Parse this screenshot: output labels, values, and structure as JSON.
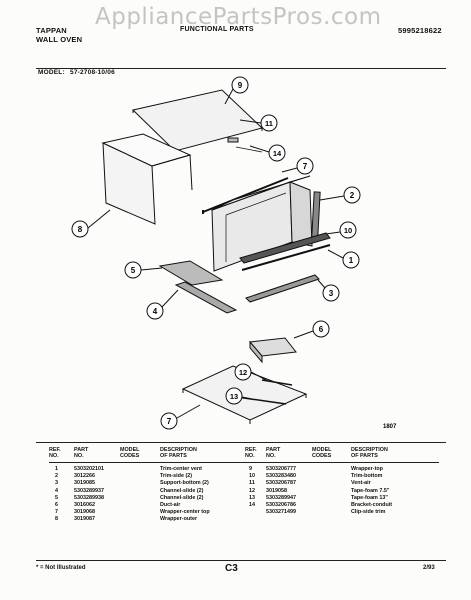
{
  "header": {
    "brand": "TAPPAN",
    "product": "WALL OVEN",
    "section_title": "FUNCTIONAL PARTS",
    "doc_number": "5995218622",
    "watermark": "AppliancePartsPros.com",
    "model_label": "MODEL:",
    "model_value": "57-2708-10/06"
  },
  "diagram": {
    "callouts": [
      "9",
      "11",
      "14",
      "7",
      "2",
      "8",
      "10",
      "1",
      "5",
      "3",
      "4",
      "6",
      "12",
      "13",
      "7"
    ],
    "figure_code": "1807"
  },
  "table": {
    "headers": {
      "ref": "REF.\nNO.",
      "part": "PART\nNO.",
      "model": "MODEL\nCODES",
      "desc": "DESCRIPTION\nOF PARTS"
    },
    "left_rows": [
      {
        "ref": "1",
        "part": "5303202101",
        "desc": "Trim-center vent"
      },
      {
        "ref": "2",
        "part": "3012266",
        "desc": "Trim-side (2)"
      },
      {
        "ref": "3",
        "part": "3019085",
        "desc": "Support-bottom (2)"
      },
      {
        "ref": "4",
        "part": "5303289937",
        "desc": "Channel-slide (2)"
      },
      {
        "ref": "5",
        "part": "5303289938",
        "desc": "Channel-slide (2)"
      },
      {
        "ref": "6",
        "part": "3016062",
        "desc": "Duct-air"
      },
      {
        "ref": "7",
        "part": "3019068",
        "desc": "Wrapper-center top"
      },
      {
        "ref": "8",
        "part": "3019087",
        "desc": "Wrapper-outer"
      }
    ],
    "right_rows": [
      {
        "ref": "9",
        "part": "5303206777",
        "desc": "Wrapper-top"
      },
      {
        "ref": "10",
        "part": "5303283480",
        "desc": "Trim-bottom"
      },
      {
        "ref": "11",
        "part": "5303206787",
        "desc": "Vent-air"
      },
      {
        "ref": "12",
        "part": "3019058",
        "desc": "Tape-foam 7.5\""
      },
      {
        "ref": "13",
        "part": "5303289947",
        "desc": "Tape-foam 13\""
      },
      {
        "ref": "14",
        "part": "5303206786",
        "desc": "Bracket-conduit"
      },
      {
        "ref": "",
        "part": "5303271499",
        "desc": "Clip-side trim"
      }
    ]
  },
  "footer": {
    "note": "* = Not Illustrated",
    "page_code": "C3",
    "date": "2/93"
  }
}
